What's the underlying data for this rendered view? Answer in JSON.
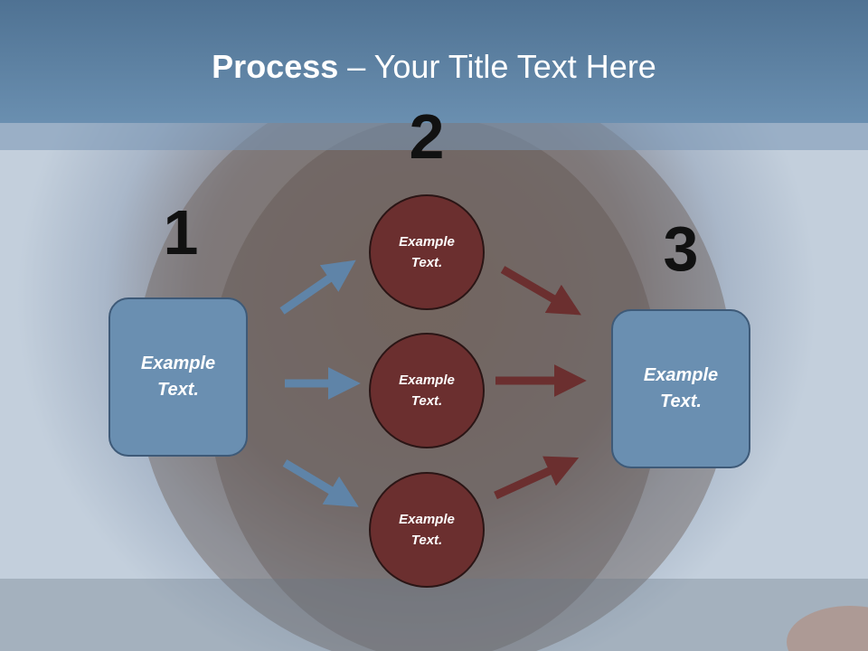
{
  "title": {
    "bold": "Process",
    "rest": " – Your Title Text Here"
  },
  "steps": [
    "1",
    "2",
    "3"
  ],
  "nodes": {
    "left": "Example Text.",
    "top": "Example Text.",
    "middle": "Example Text.",
    "bottom": "Example Text.",
    "right": "Example Text."
  },
  "colors": {
    "blue_arrow": "#5f84a8",
    "red_arrow": "#6b2f2f",
    "title_bar": "#5a7fa0"
  }
}
